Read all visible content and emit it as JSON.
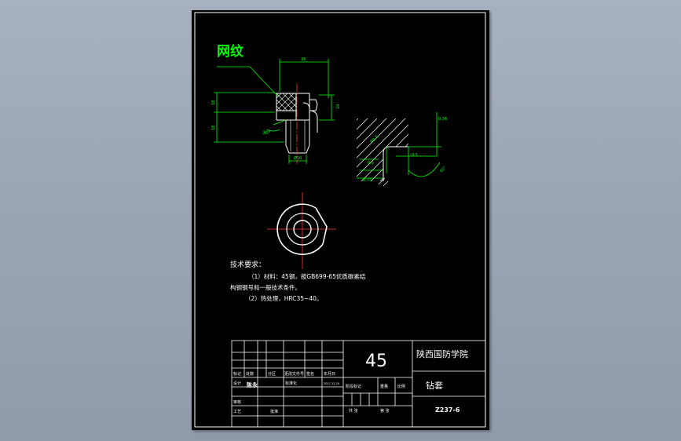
{
  "drawing": {
    "knurl_label": "网纹",
    "dimensions": {
      "top_width": "16",
      "left_upper": "18",
      "left_lower": "18",
      "right_height": "10",
      "angle": "30°",
      "bottom_dia": "Ø16",
      "detail_r": "R0.5",
      "detail_05": "0.5",
      "detail_right": "0.36",
      "detail_bottom": "0.75",
      "detail_small": "0.5",
      "detail_angle": "60°"
    },
    "notes": {
      "heading": "技术要求：",
      "line1": "（1）材料：45钢，按GB699-65优质碳素结",
      "line2": "构钢钢号和一般技术条件。",
      "line3": "（2）热处理，HRC35~40。"
    }
  },
  "title_block": {
    "material": "45",
    "school": "陕西国防学院",
    "part_name": "钻套",
    "drawing_no": "Z237-6",
    "labels": {
      "mark": "标记",
      "count": "处数",
      "zone": "分区",
      "change_doc": "更改文件号",
      "signature": "签名",
      "date": "年月日",
      "design": "设计",
      "standardize": "标准化",
      "review": "审核",
      "process": "工艺",
      "approve": "批准",
      "stage_mark": "阶段标记",
      "weight": "重量",
      "scale": "比例",
      "total_sheets": "共  张",
      "sheet_no": "第  张"
    },
    "signer": "陈永",
    "date_value": "2017.12.20"
  }
}
